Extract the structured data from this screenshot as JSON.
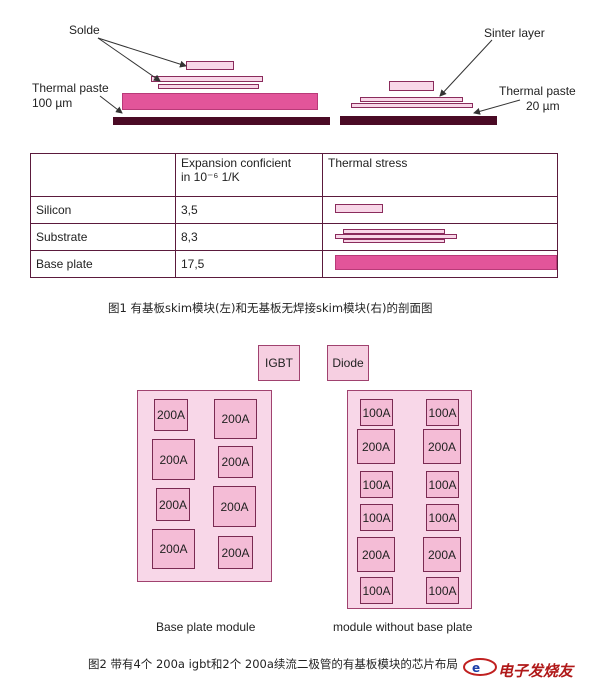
{
  "figure1": {
    "labels": {
      "solde": "Solde",
      "thermal_paste_left": "Thermal paste",
      "thermal_paste_left_value": "100 µm",
      "sinter_layer": "Sinter layer",
      "thermal_paste_right": "Thermal paste",
      "thermal_paste_right_value": "20 µm"
    },
    "table": {
      "header": {
        "col1": "",
        "col2_line1": "Expansion conficient",
        "col2_line2": "in 10⁻⁶ 1/K",
        "col3": "Thermal stress"
      },
      "rows": [
        {
          "name": "Silicon",
          "value": "3,5"
        },
        {
          "name": "Substrate",
          "value": "8,3"
        },
        {
          "name": "Base plate",
          "value": "17,5"
        }
      ]
    },
    "caption": "图1 有基板skim模块(左)和无基板无焊接skim模块(右)的剖面图"
  },
  "figure2": {
    "igbt_label": "IGBT",
    "diode_label": "Diode",
    "left_chips": [
      "200A",
      "200A",
      "200A",
      "200A",
      "200A",
      "200A",
      "200A",
      "200A"
    ],
    "right_chips": [
      "100A",
      "100A",
      "200A",
      "200A",
      "100A",
      "100A",
      "100A",
      "100A",
      "200A",
      "200A",
      "100A",
      "100A"
    ],
    "left_title": "Base plate module",
    "right_title": "module without base plate",
    "caption": "图2 带有4个 200a igbt和2个 200a续流二极管的有基板模块的芯片布局"
  },
  "watermark": "电子发烧友"
}
